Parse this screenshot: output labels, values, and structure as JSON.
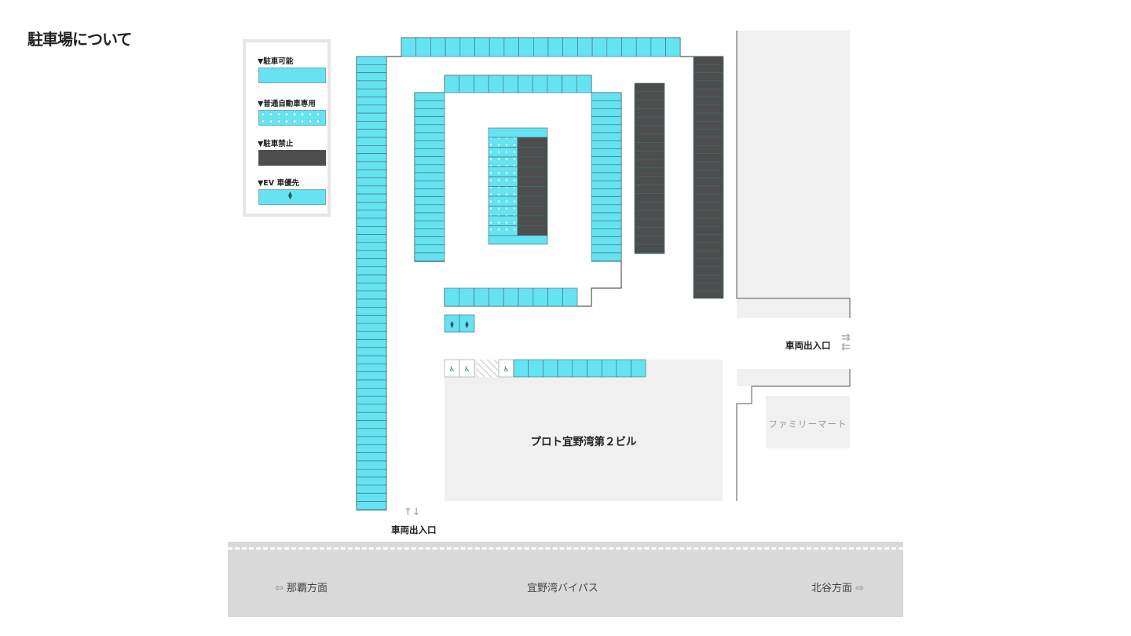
{
  "title": "駐車場について",
  "legend": {
    "available": "▼駐車可能",
    "compact_only": "▼普通自動車専用",
    "no_parking": "▼駐車禁止",
    "ev_priority": "▼EV 車優先"
  },
  "building_name": "プロト宜野湾第２ビル",
  "store_name": "ファミリーマート",
  "entrance_right": "車両出入口",
  "entrance_bottom": "車両出入口",
  "road": {
    "name": "宜野湾バイパス",
    "left_direction": "那覇方面",
    "right_direction": "北谷方面"
  },
  "colors": {
    "available": "#66e3f2",
    "no_parking": "#4d4d4d",
    "building": "#f0f0f0",
    "road": "#d9d9d9"
  },
  "icons": {
    "ev": "ev-plug-icon",
    "accessible": "wheelchair-icon",
    "direction": "arrow-icon"
  }
}
